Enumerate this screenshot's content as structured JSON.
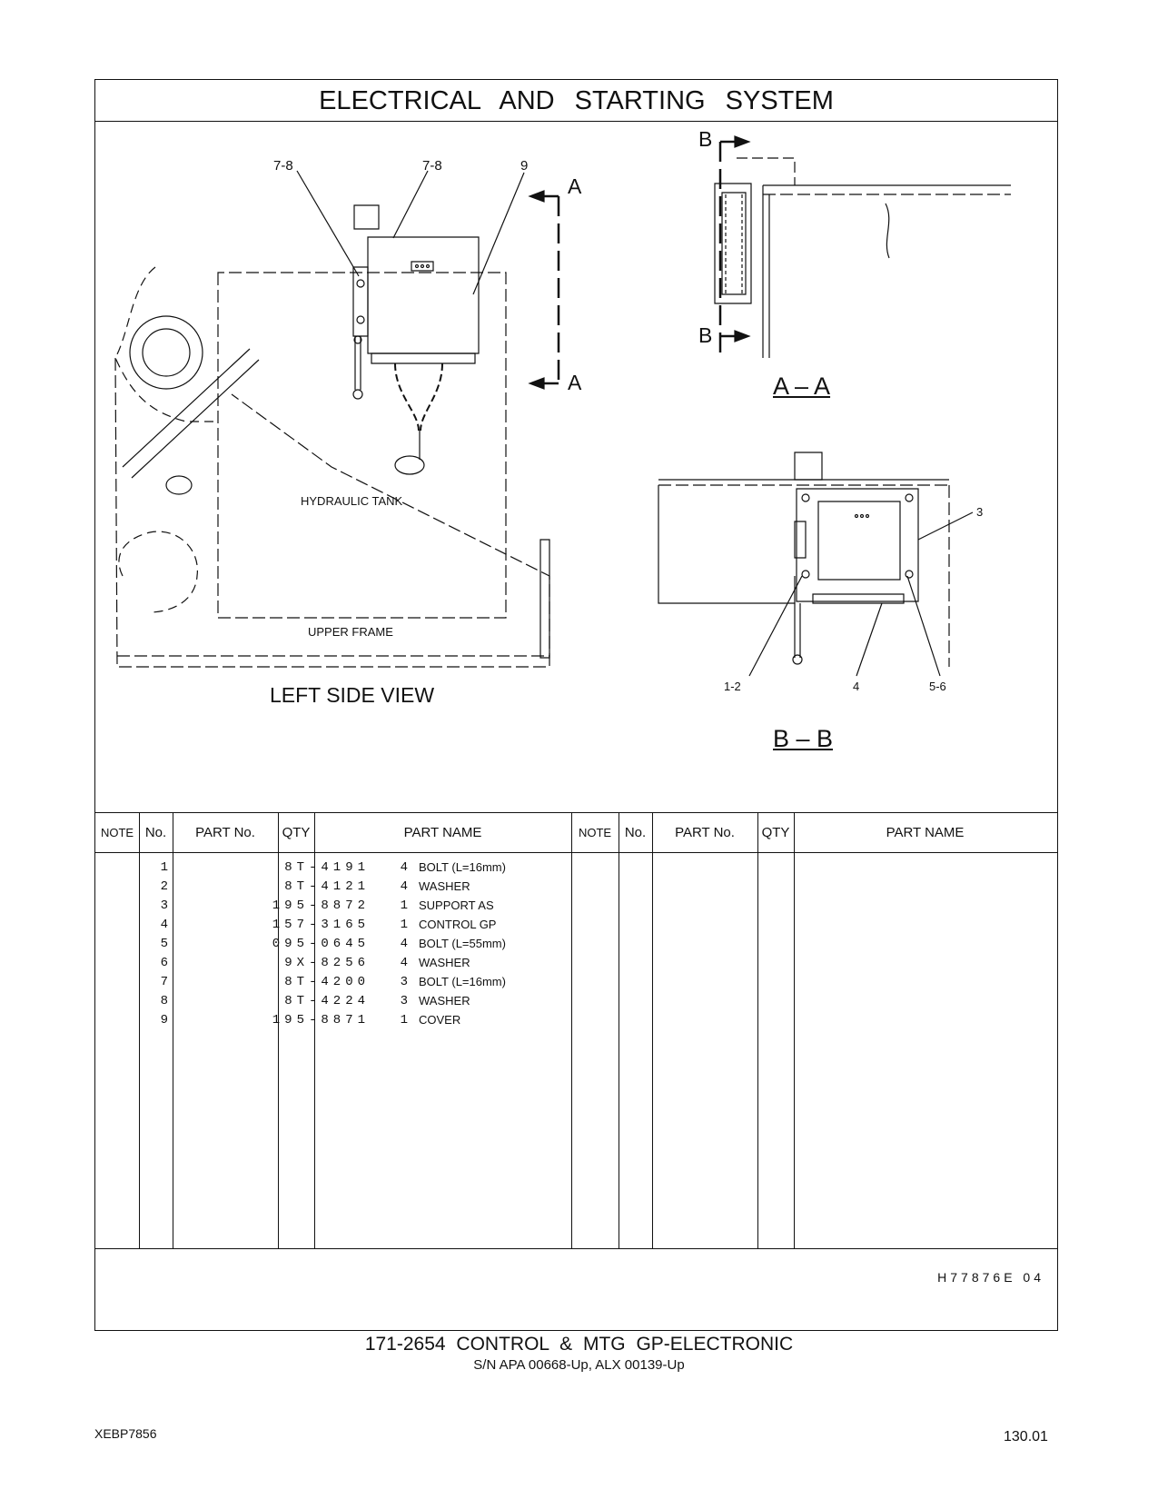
{
  "title": "ELECTRICAL AND STARTING SYSTEM",
  "diagram": {
    "callouts": {
      "c78a": "7-8",
      "c78b": "7-8",
      "c9": "9",
      "c3": "3",
      "c12": "1-2",
      "c4": "4",
      "c56": "5-6"
    },
    "section_markers": {
      "a_top": "A",
      "a_bottom": "A",
      "b_top": "B",
      "b_bottom": "B"
    },
    "labels": {
      "hydraulic_tank": "HYDRAULIC TANK",
      "upper_frame": "UPPER FRAME",
      "left_side_view": "LEFT SIDE VIEW",
      "section_aa": "A – A",
      "section_bb": "B – B"
    }
  },
  "parts_table": {
    "headers": {
      "note": "NOTE",
      "no": "No.",
      "part_no": "PART No.",
      "qty": "QTY",
      "part_name": "PART NAME"
    },
    "rows": [
      {
        "no": "1",
        "part_no": "8T-4191",
        "qty": "4",
        "name": "BOLT (L=16mm)"
      },
      {
        "no": "2",
        "part_no": "8T-4121",
        "qty": "4",
        "name": "WASHER"
      },
      {
        "no": "3",
        "part_no": "195-8872",
        "qty": "1",
        "name": "SUPPORT AS"
      },
      {
        "no": "4",
        "part_no": "157-3165",
        "qty": "1",
        "name": "CONTROL GP"
      },
      {
        "no": "5",
        "part_no": "095-0645",
        "qty": "4",
        "name": "BOLT (L=55mm)"
      },
      {
        "no": "6",
        "part_no": "9X-8256",
        "qty": "4",
        "name": "WASHER"
      },
      {
        "no": "7",
        "part_no": "8T-4200",
        "qty": "3",
        "name": "BOLT (L=16mm)"
      },
      {
        "no": "8",
        "part_no": "8T-4224",
        "qty": "3",
        "name": "WASHER"
      },
      {
        "no": "9",
        "part_no": "195-8871",
        "qty": "1",
        "name": "COVER"
      }
    ]
  },
  "ref_code": "H77876E 04",
  "footer": {
    "title": "171-2654 CONTROL & MTG GP-ELECTRONIC",
    "serial": "S/N APA 00668-Up, ALX 00139-Up",
    "doc_id": "XEBP7856",
    "page": "130.01"
  }
}
